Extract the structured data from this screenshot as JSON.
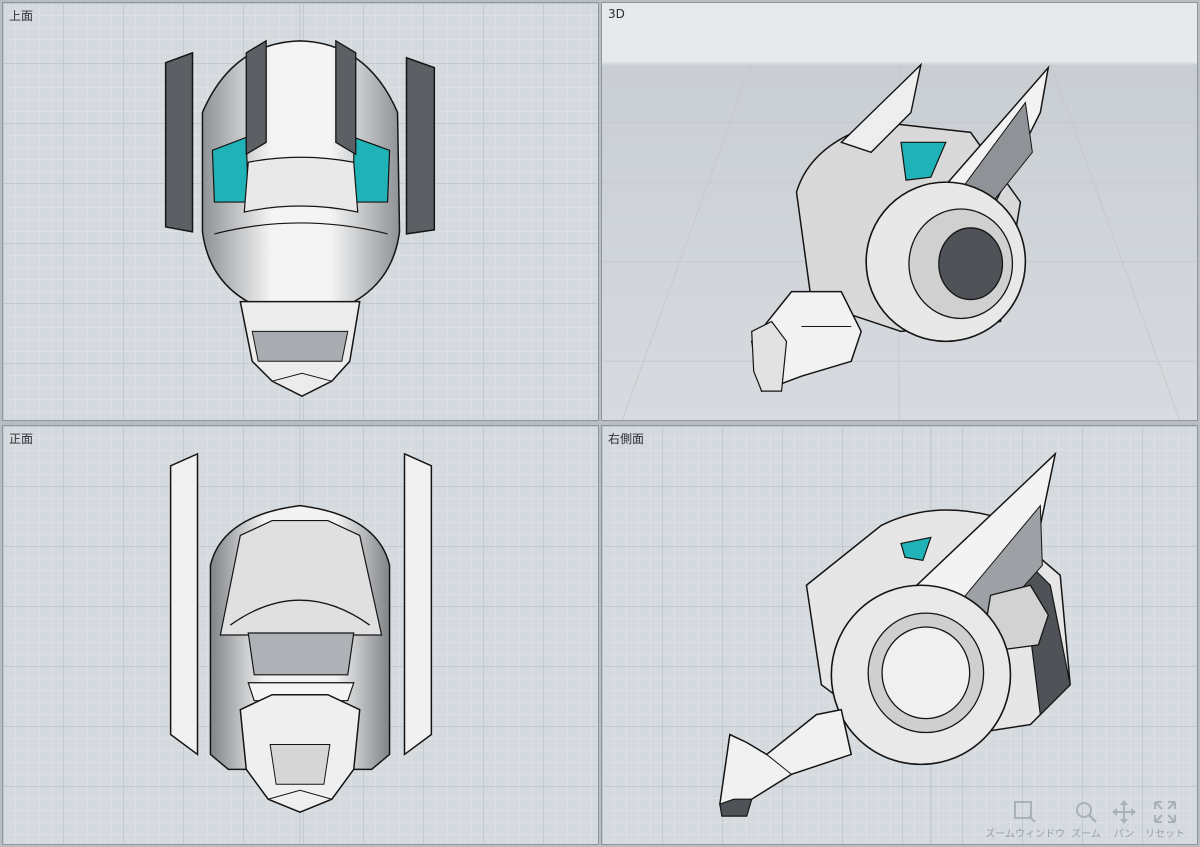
{
  "viewports": {
    "top": {
      "label": "上面"
    },
    "perspective": {
      "label": "3D"
    },
    "front": {
      "label": "正面"
    },
    "right": {
      "label": "右側面"
    }
  },
  "toolbar": {
    "zoom_window": "ズームウィンドウ",
    "zoom": "ズーム",
    "pan": "パン",
    "reset": "リセット"
  },
  "colors": {
    "grid_bg": "#d5dadf",
    "accent_teal": "#1fb3b7",
    "model_dark": "#5c5f63",
    "model_light": "#f4f4f4",
    "outline": "#141414"
  }
}
